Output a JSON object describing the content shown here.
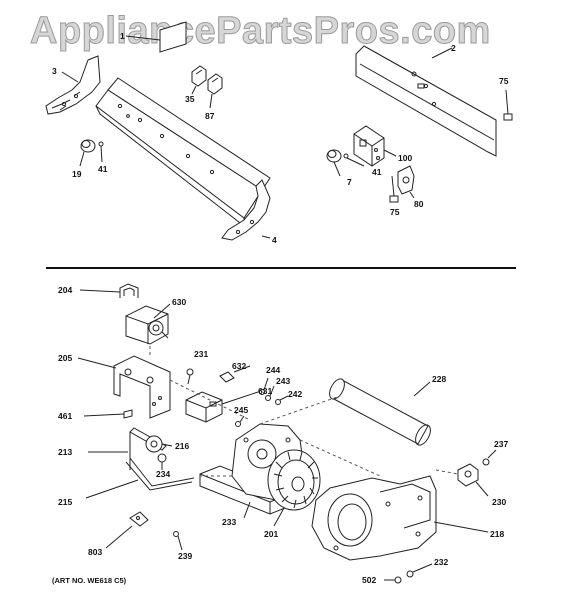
{
  "watermark": "AppliancePartsPros.com",
  "art_number": "(ART NO. WE618 C5)",
  "top_section": {
    "callouts": [
      "1",
      "3",
      "35",
      "87",
      "19",
      "41",
      "4",
      "2",
      "75",
      "100",
      "41",
      "7",
      "80",
      "75"
    ]
  },
  "bottom_section": {
    "callouts": [
      "204",
      "630",
      "205",
      "231",
      "632",
      "244",
      "243",
      "242",
      "228",
      "461",
      "631",
      "245",
      "213",
      "216",
      "234",
      "237",
      "215",
      "233",
      "201",
      "230",
      "218",
      "803",
      "239",
      "232",
      "502"
    ]
  },
  "colors": {
    "line": "#222222",
    "watermark_fill": "#d6d6d6",
    "watermark_stroke": "#9a9a9a",
    "divider": "#111111"
  }
}
